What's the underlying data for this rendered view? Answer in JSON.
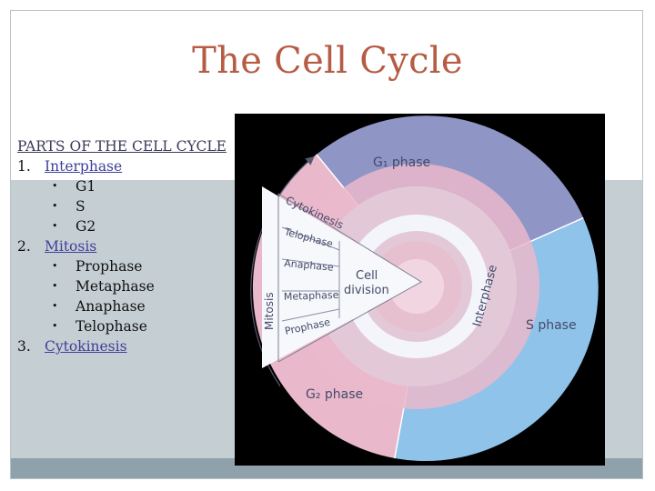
{
  "slide": {
    "title": "The Cell Cycle"
  },
  "outline": {
    "heading": "PARTS OF THE CELL CYCLE",
    "items": [
      {
        "number": "1.",
        "label": "Interphase",
        "subitems": [
          "G1",
          "S",
          "G2"
        ]
      },
      {
        "number": "2.",
        "label": "Mitosis",
        "subitems": [
          "Prophase",
          "Metaphase",
          "Anaphase",
          "Telophase"
        ]
      },
      {
        "number": "3.",
        "label": "Cytokinesis",
        "subitems": []
      }
    ],
    "bullet": "•"
  },
  "diagram": {
    "labels": {
      "g1": "G₁ phase",
      "s": "S phase",
      "g2": "G₂ phase",
      "interphase": "Interphase",
      "mitosis": "Mitosis",
      "cytokinesis": "Cytokinesis",
      "telophase": "Telophase",
      "anaphase": "Anaphase",
      "metaphase": "Metaphase",
      "prophase": "Prophase",
      "cell": "Cell",
      "division": "division"
    },
    "colors": {
      "g1": "#8f96c6",
      "s": "#8fc3ea",
      "g2": "#eab8cb",
      "ring": "#f3f5fb",
      "pink": "#e7c0cf"
    }
  }
}
